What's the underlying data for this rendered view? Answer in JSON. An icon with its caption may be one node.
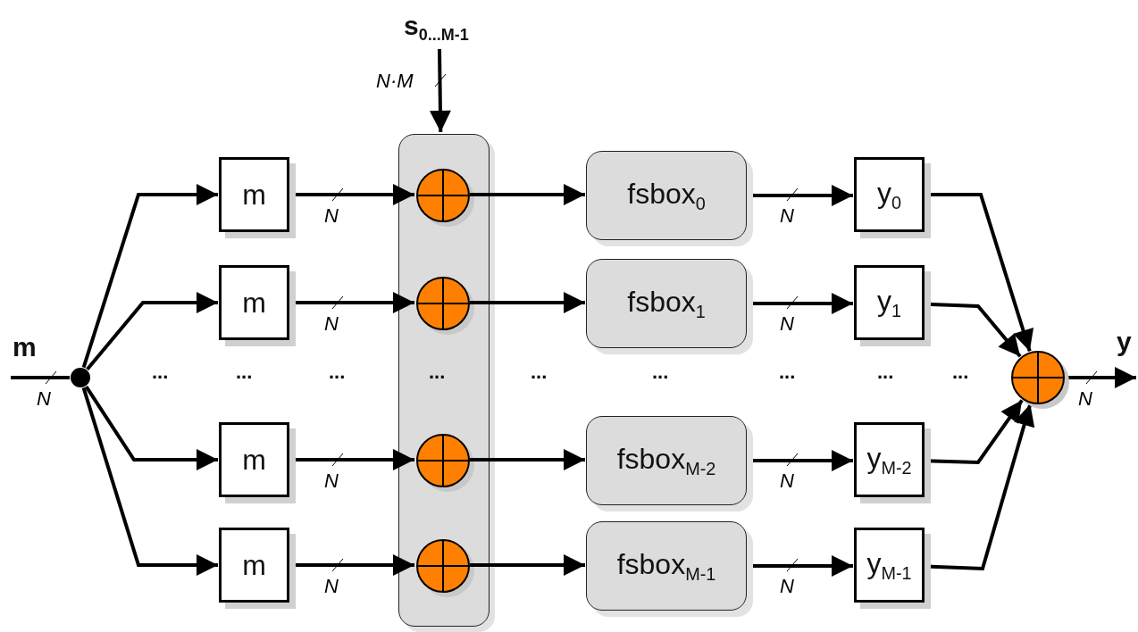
{
  "diagram": {
    "nodes": [
      {
        "text": [
          "m"
        ]
      },
      {
        "text": [],
        "shape": "circle"
      },
      {
        "text": [
          "m"
        ]
      },
      {
        "text": [
          "m"
        ]
      },
      {
        "text": [
          "m"
        ]
      },
      {
        "text": [
          "m"
        ]
      },
      {
        "text": [],
        "shape": "box"
      },
      {
        "text": [],
        "shape": "circle",
        "in": 6
      },
      {
        "text": [],
        "shape": "circle",
        "in": 6
      },
      {
        "text": [],
        "shape": "circle",
        "in": 6
      },
      {
        "text": [],
        "shape": "circle",
        "in": 6
      },
      {
        "text": [
          "s$_{0...M-1}$"
        ]
      },
      {
        "text": [
          "fsbox$_{0}$"
        ]
      },
      {
        "text": [
          "fsbox$_{1}$"
        ]
      },
      {
        "text": [
          "fsbox$_{M-2}$"
        ]
      },
      {
        "text": [
          "fsbox$_{M-1}$"
        ]
      },
      {
        "text": [
          "y$_{0}$"
        ]
      },
      {
        "text": [
          "y$_{1}$"
        ]
      },
      {
        "text": [
          "y$_{M-2}$"
        ]
      },
      {
        "text": [
          "y$_{M-1}$"
        ]
      },
      {
        "text": [],
        "shape": "circle"
      },
      {
        "text": [
          "y"
        ]
      }
    ],
    "edges": [
      {
        "from": 0,
        "to": 1,
        "arrow": "none",
        "label": "N"
      },
      {
        "from": 1,
        "to": 2,
        "arrow": "to"
      },
      {
        "from": 1,
        "to": 3,
        "arrow": "to"
      },
      {
        "from": 1,
        "to": 4,
        "arrow": "to"
      },
      {
        "from": 1,
        "to": 5,
        "arrow": "to"
      },
      {
        "from": 2,
        "to": 7,
        "arrow": "to",
        "label": "N"
      },
      {
        "from": 3,
        "to": 8,
        "arrow": "to",
        "label": "N"
      },
      {
        "from": 4,
        "to": 9,
        "arrow": "to",
        "label": "N"
      },
      {
        "from": 5,
        "to": 10,
        "arrow": "to",
        "label": "N"
      },
      {
        "from": 11,
        "to": 6,
        "arrow": "to",
        "label": "N·M"
      },
      {
        "from": 7,
        "to": 12,
        "arrow": "to"
      },
      {
        "from": 8,
        "to": 13,
        "arrow": "to"
      },
      {
        "from": 9,
        "to": 14,
        "arrow": "to"
      },
      {
        "from": 10,
        "to": 15,
        "arrow": "to"
      },
      {
        "from": 12,
        "to": 16,
        "arrow": "to",
        "label": "N"
      },
      {
        "from": 13,
        "to": 17,
        "arrow": "to",
        "label": "N"
      },
      {
        "from": 14,
        "to": 18,
        "arrow": "to",
        "label": "N"
      },
      {
        "from": 15,
        "to": 19,
        "arrow": "to",
        "label": "N"
      },
      {
        "from": 16,
        "to": 20,
        "arrow": "to"
      },
      {
        "from": 17,
        "to": 20,
        "arrow": "to"
      },
      {
        "from": 18,
        "to": 20,
        "arrow": "to"
      },
      {
        "from": 19,
        "to": 20,
        "arrow": "to"
      },
      {
        "from": 20,
        "to": 21,
        "arrow": "to",
        "label": "N"
      }
    ],
    "labels": [
      "...",
      "...",
      "...",
      "...",
      "...",
      "...",
      "...",
      "...",
      "..."
    ]
  }
}
